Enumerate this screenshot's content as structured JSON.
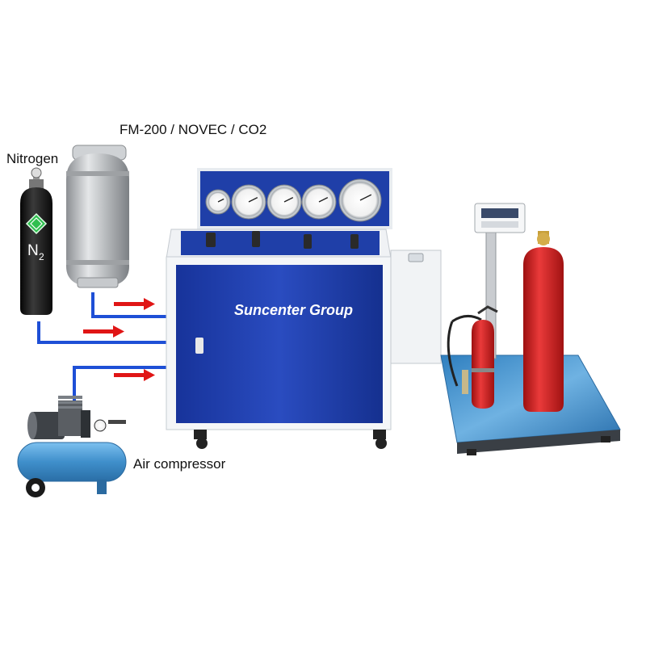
{
  "labels": {
    "gas_cylinder": "FM-200 / NOVEC / CO2",
    "nitrogen": "Nitrogen",
    "air_compressor": "Air compressor",
    "brand": "Suncenter Group",
    "n2_symbol": "N",
    "n2_subscript": "2"
  },
  "colors": {
    "cabinet_blue": "#1f3fa8",
    "frame_white": "#f4f6f8",
    "pipe_blue": "#1e4fd6",
    "arrow_red": "#e01515",
    "extinguisher_red": "#d41e1e",
    "nitrogen_cylinder": "#1a1a1a",
    "nitrogen_diamond": "#2fbf4f",
    "gas_cylinder_grey": "#b9bcbf",
    "compressor_tank": "#4b9ad6",
    "scale_platform": "#3f8fc9"
  },
  "icons": {
    "nitrogen": "nitrogen-cylinder-icon",
    "gas": "gas-cylinder-icon",
    "compressor": "air-compressor-icon",
    "machine": "filling-machine-icon",
    "scale": "weighing-scale-icon",
    "extinguisher": "fire-extinguisher-icon",
    "gauge": "pressure-gauge-icon"
  },
  "flow": [
    {
      "from": "gas_cylinder",
      "to": "filling_machine"
    },
    {
      "from": "nitrogen",
      "to": "filling_machine"
    },
    {
      "from": "air_compressor",
      "to": "filling_machine"
    }
  ],
  "gauge_count": 5
}
